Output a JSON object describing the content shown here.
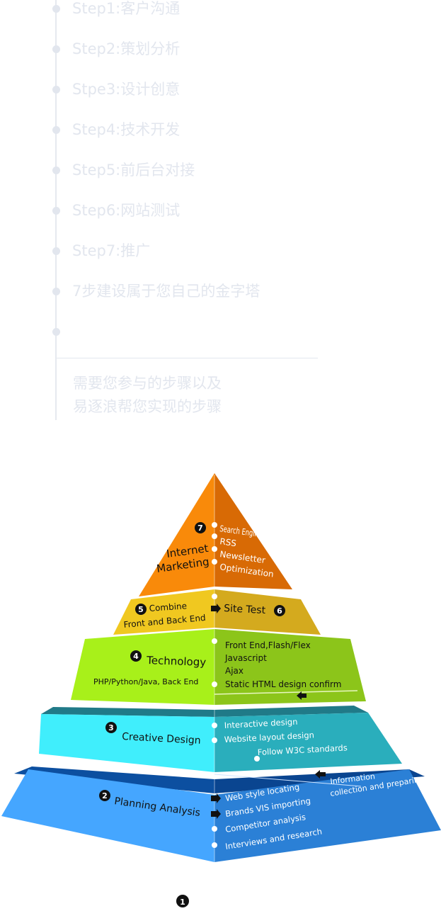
{
  "steps": [
    {
      "label": "Step1:客户沟通"
    },
    {
      "label": "Step2:策划分析"
    },
    {
      "label": "Stpe3:设计创意"
    },
    {
      "label": "Step4:技术开发"
    },
    {
      "label": "Step5:前后台对接"
    },
    {
      "label": "Step6:网站测试"
    },
    {
      "label": "Step7:推广"
    },
    {
      "label": "7步建设属于您自己的金字塔"
    }
  ],
  "description": {
    "line1": "需要您参与的步骤以及",
    "line2": "易逐浪帮您实现的步骤"
  },
  "pyramid": {
    "tier7": {
      "num": "7",
      "title1": "Internet",
      "title2": "Marketing",
      "items": [
        "Search Engine",
        "RSS",
        "Newsletter",
        "Optimization"
      ]
    },
    "tier5": {
      "num": "5",
      "title1": "Combine",
      "title2": "Front and Back End"
    },
    "tier6": {
      "num": "6",
      "title": "Site Test"
    },
    "tier4": {
      "num": "4",
      "title": "Technology",
      "subtitle": "PHP/Python/Java, Back End",
      "items": [
        "Front End,Flash/Flex",
        "Javascript",
        "Ajax",
        "Static HTML design confirm"
      ]
    },
    "tier3": {
      "num": "3",
      "title": "Creative Design",
      "items": [
        "Interactive  design",
        "Website layout design",
        "Follow W3C standards"
      ]
    },
    "tier2": {
      "num": "2",
      "title": "Planning Analysis",
      "items": [
        "Web style locating",
        "Brands VIS  importing",
        "Competitor analysis",
        "Interviews and research"
      ],
      "side1": "Information",
      "side2": "collection and preparing"
    },
    "tier1": {
      "num": "1"
    }
  },
  "colors": {
    "list_text": "#e2e6ee",
    "orange": "#f98a0a",
    "yellow": "#f0c820",
    "green": "#a8f01a",
    "cyan": "#40eefc",
    "blue": "#45a6ff"
  }
}
